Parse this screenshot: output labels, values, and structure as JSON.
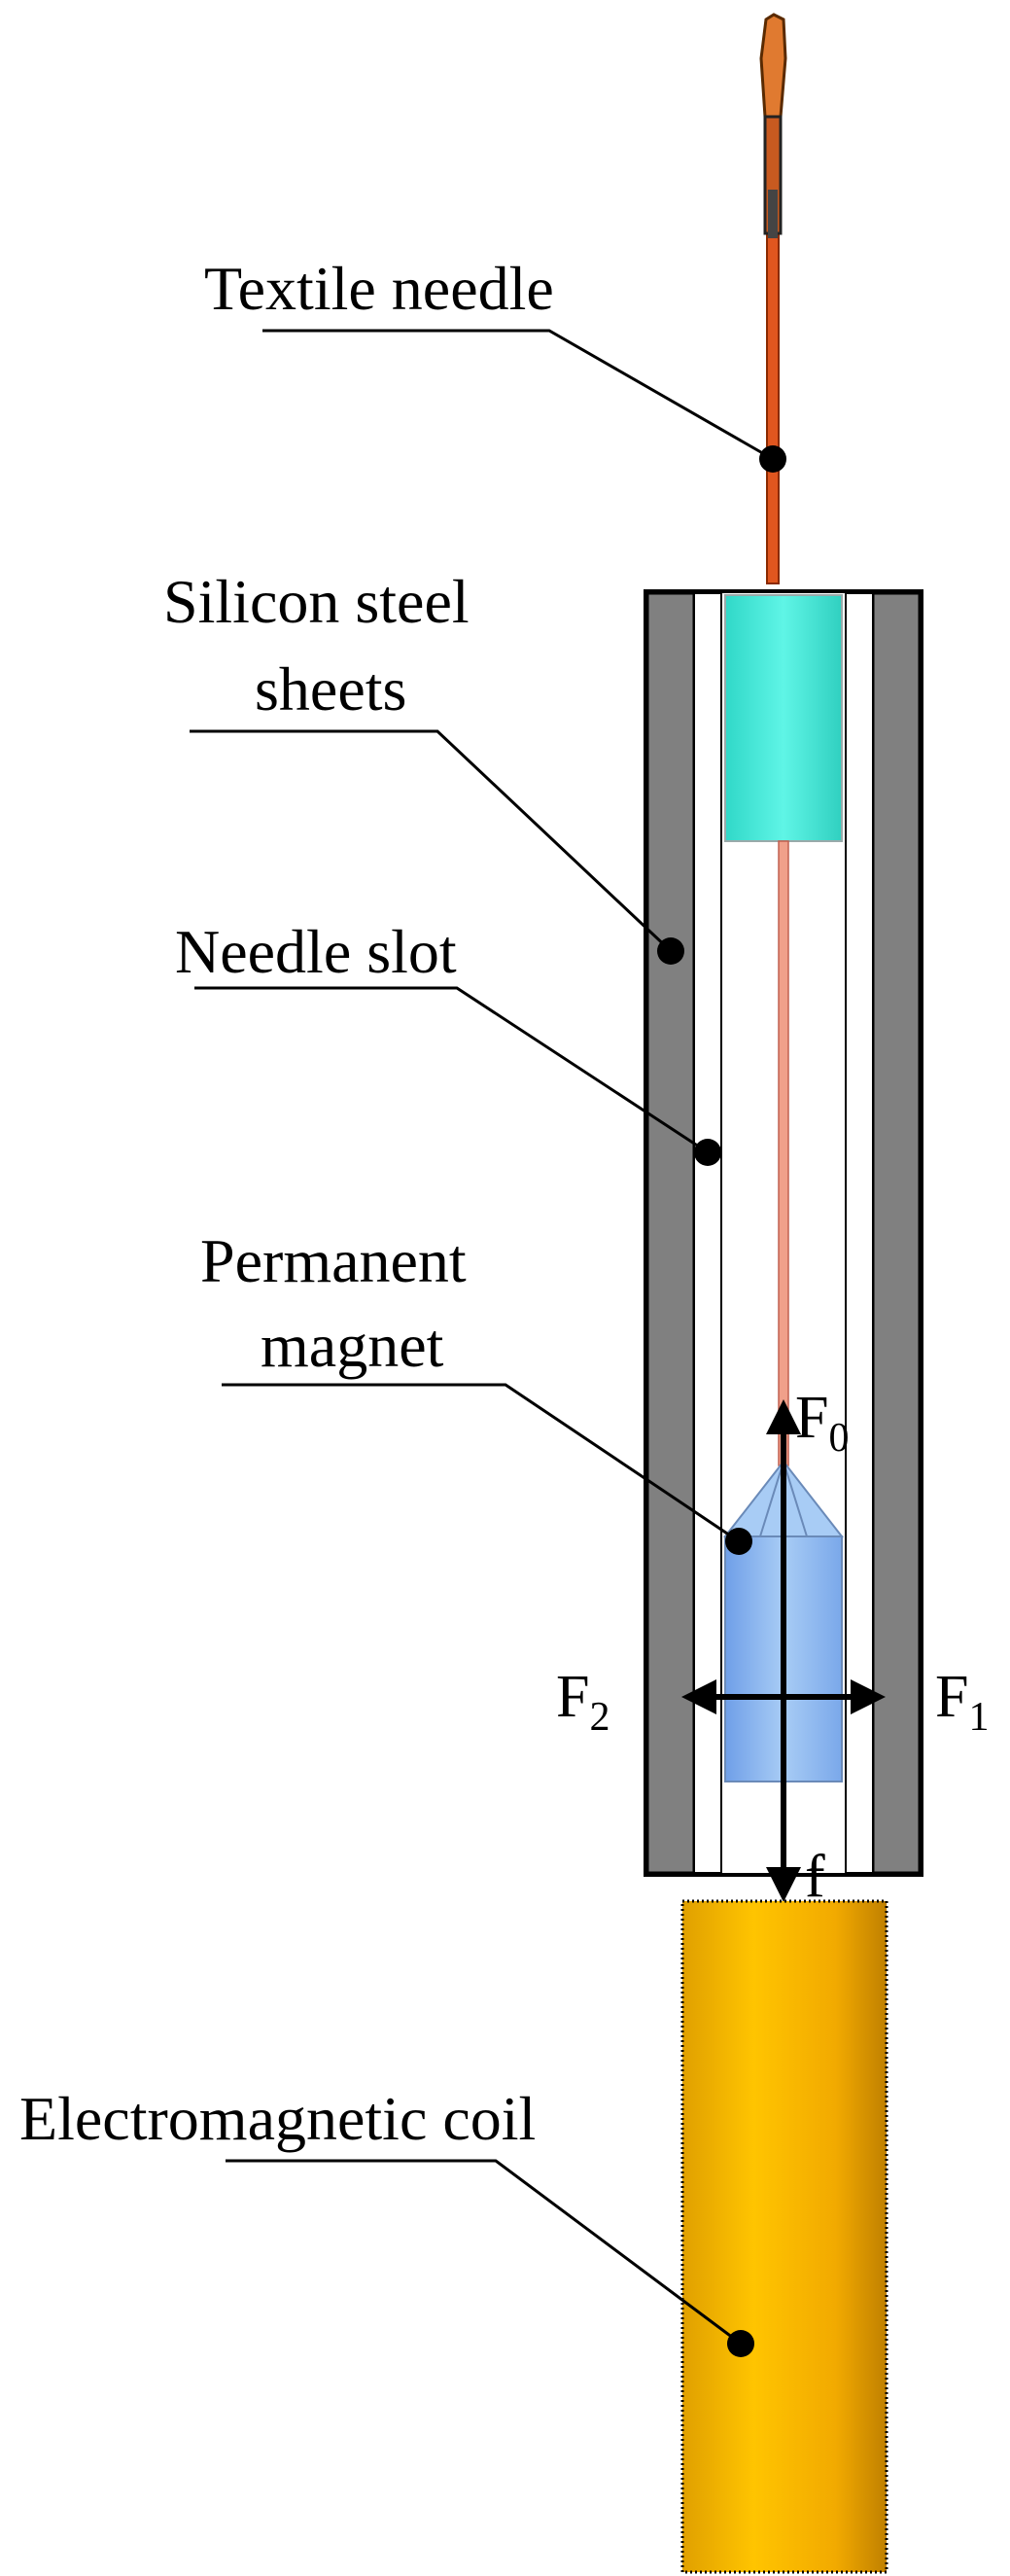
{
  "labels": {
    "textile_needle": "Textile needle",
    "silicon_steel_line1": "Silicon steel",
    "silicon_steel_line2": "sheets",
    "needle_slot": "Needle slot",
    "permanent_magnet_line1": "Permanent",
    "permanent_magnet_line2": "magnet",
    "electromagnetic_coil": "Electromagnetic coil"
  },
  "forces": {
    "f0_main": "F",
    "f0_sub": "0",
    "f1_main": "F",
    "f1_sub": "1",
    "f2_main": "F",
    "f2_sub": "2",
    "f": "f"
  },
  "colors": {
    "needle": "#e0561f",
    "needle_rod": "#f0a08a",
    "steel_sheet": "#808080",
    "slot": "#ffffff",
    "needle_holder": "#40e8d8",
    "magnet": "#8ab8f0",
    "coil": "#f7b500"
  }
}
